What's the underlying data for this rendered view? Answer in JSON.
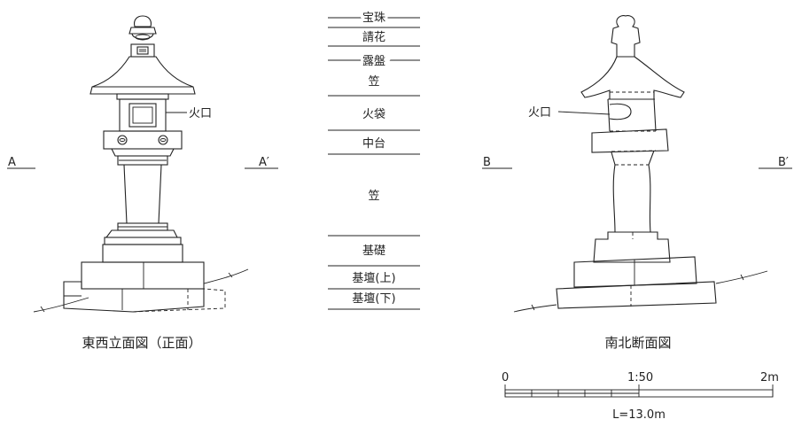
{
  "elevation": {
    "fire_window_label": "火口",
    "section_left_label": "A",
    "section_right_label": "A′",
    "caption": "東西立面図（正面）"
  },
  "parts_column": {
    "labels": [
      "宝珠",
      "請花",
      "露盤",
      "笠",
      "火袋",
      "中台",
      "笠",
      "基礎",
      "基壇(上)",
      "基壇(下)"
    ]
  },
  "section": {
    "fire_window_label": "火口",
    "section_left_label": "B",
    "section_right_label": "B′",
    "caption": "南北断面図"
  },
  "scale_bar": {
    "start_label": "0",
    "ratio_label": "1:50",
    "end_label": "2m",
    "elevation_label": "L=13.0m"
  }
}
